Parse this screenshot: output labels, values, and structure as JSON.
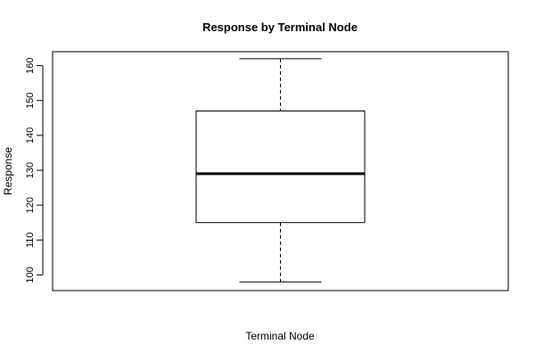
{
  "chart_data": {
    "type": "box",
    "title": "Response by Terminal Node",
    "xlabel": "Terminal Node",
    "ylabel": "Response",
    "categories": [
      ""
    ],
    "boxes": [
      {
        "min": 98,
        "q1": 115,
        "median": 129,
        "q3": 147,
        "max": 162
      }
    ],
    "ylim": [
      95.5,
      164
    ],
    "yticks": [
      100,
      110,
      120,
      130,
      140,
      150,
      160
    ],
    "grid": false,
    "colors": {
      "stroke": "#000000",
      "background": "#ffffff"
    }
  }
}
